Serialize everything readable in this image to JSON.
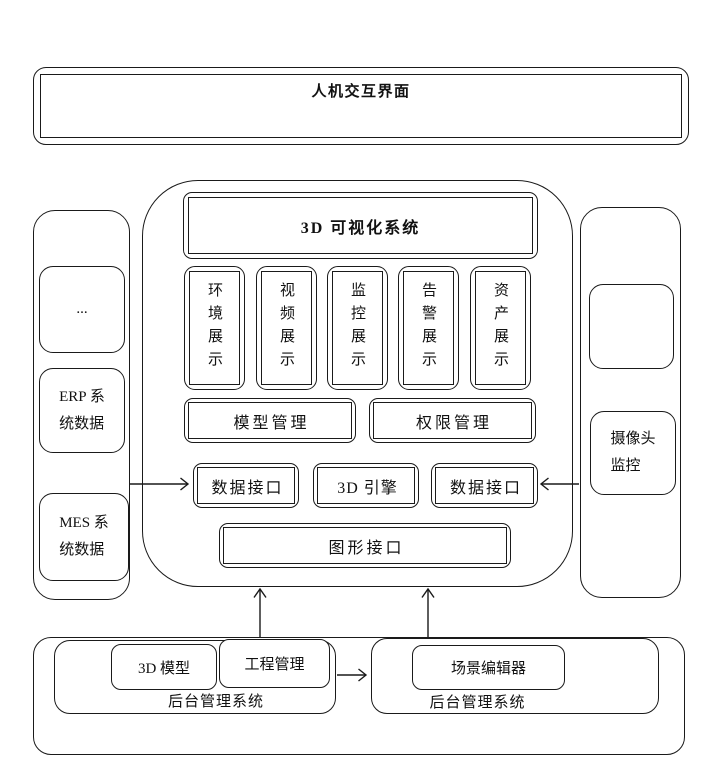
{
  "top_bar": {
    "title": "人机交互界面"
  },
  "left_panel": {
    "ellipsis": "...",
    "erp": "ERP 系\n统数据",
    "mes": "MES 系\n统数据"
  },
  "right_panel": {
    "camera": "摄像头\n监控"
  },
  "core": {
    "title": "3D 可视化系统",
    "display_modules": [
      "环境展示",
      "视频展示",
      "监控展示",
      "告警展示",
      "资产展示"
    ],
    "management_modules": [
      "模型管理",
      "权限管理"
    ],
    "middleware": [
      "数据接口",
      "3D 引擎",
      "数据接口"
    ],
    "graphics_interface": "图形接口"
  },
  "backend": {
    "left": {
      "modules": [
        "3D 模型",
        "工程管理"
      ],
      "label": "后台管理系统"
    },
    "right": {
      "modules": [
        "场景编辑器"
      ],
      "label": "后台管理系统"
    }
  },
  "colors": {
    "stroke": "#1a1a1a",
    "background": "#ffffff"
  }
}
